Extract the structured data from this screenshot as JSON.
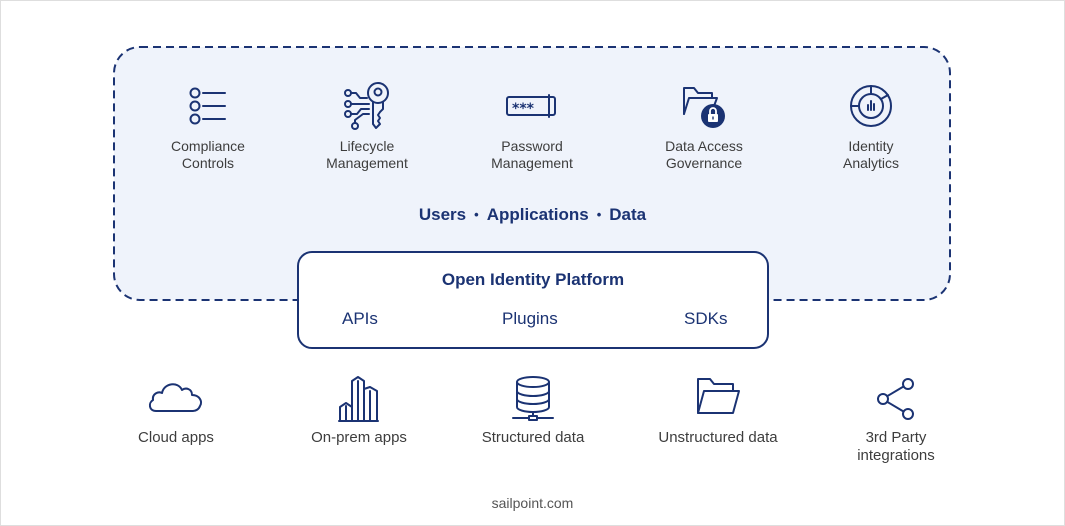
{
  "capabilities": [
    {
      "label_line1": "Compliance",
      "label_line2": "Controls",
      "icon": "checklist-icon"
    },
    {
      "label_line1": "Lifecycle",
      "label_line2": "Management",
      "icon": "circuit-key-icon"
    },
    {
      "label_line1": "Password",
      "label_line2": "Management",
      "icon": "password-field-icon"
    },
    {
      "label_line1": "Data Access",
      "label_line2": "Governance",
      "icon": "locked-folder-icon"
    },
    {
      "label_line1": "Identity",
      "label_line2": "Analytics",
      "icon": "analytics-donut-icon"
    }
  ],
  "tagline": {
    "item1": "Users",
    "item2": "Applications",
    "item3": "Data",
    "separator": "•"
  },
  "platform": {
    "title": "Open Identity Platform",
    "items": [
      "APIs",
      "Plugins",
      "SDKs"
    ]
  },
  "sources": [
    {
      "label_line1": "Cloud apps",
      "label_line2": "",
      "icon": "cloud-icon"
    },
    {
      "label_line1": "On-prem apps",
      "label_line2": "",
      "icon": "buildings-icon"
    },
    {
      "label_line1": "Structured data",
      "label_line2": "",
      "icon": "database-icon"
    },
    {
      "label_line1": "Unstructured data",
      "label_line2": "",
      "icon": "folder-open-icon"
    },
    {
      "label_line1": "3rd Party",
      "label_line2": "integrations",
      "icon": "share-icon"
    }
  ],
  "footer": "sailpoint.com",
  "colors": {
    "navy": "#1b3373",
    "panel_fill": "#eff3fb",
    "text_gray": "#3d3d3d"
  }
}
